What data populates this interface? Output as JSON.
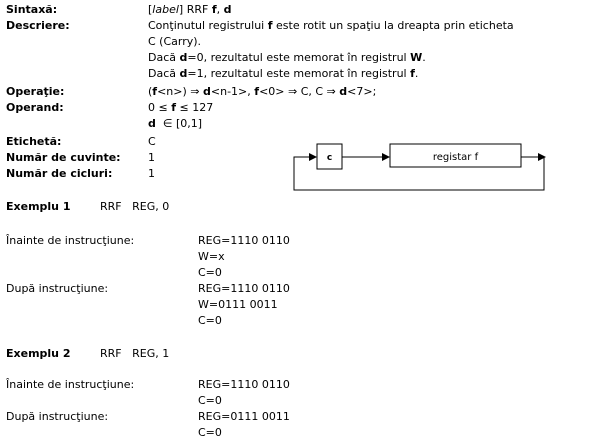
{
  "syntax": {
    "label": "Sintaxă:",
    "label_word": "label",
    "mnemonic": "RRF",
    "f": "f",
    "d": "d"
  },
  "description": {
    "label": "Descriere:",
    "line1_a": "Conţinutul registrului ",
    "line1_b": "f",
    "line1_c": " este rotit un spaţiu la dreapta prin eticheta",
    "line2": "C (Carry).",
    "line3_a": "Dacă ",
    "line3_b": "d",
    "line3_c": "=0, rezultatul este memorat în registrul ",
    "line3_d": "W",
    "line3_e": ".",
    "line4_a": "Dacă ",
    "line4_b": "d",
    "line4_c": "=1, rezultatul este memorat în registrul ",
    "line4_d": "f",
    "line4_e": "."
  },
  "operation": {
    "label": "Operaţie:",
    "p1": "(",
    "p2": "f",
    "p3": "<n>) ⇒ ",
    "p4": "d",
    "p5": "<n-1>, ",
    "p6": "f",
    "p7": "<0> ⇒ C, C ⇒ ",
    "p8": "d",
    "p9": "<7>;"
  },
  "operand": {
    "label": "Operand:",
    "line1_a": "0 ≤ ",
    "line1_b": "f",
    "line1_c": " ≤ 127",
    "line2_a": "d",
    "line2_b": "  ∈ [0,1]"
  },
  "flag": {
    "label": "Etichetă:",
    "value": "C"
  },
  "words": {
    "label": "Număr de cuvinte:",
    "value": "1"
  },
  "cycles": {
    "label": "Număr de cicluri:",
    "value": "1"
  },
  "diagram": {
    "carry": "c",
    "register": "registar f"
  },
  "example1": {
    "title": "Exemplu 1",
    "instr": "RRF   REG, 0",
    "before_label": "Înainte de instrucţiune:",
    "before": [
      "REG=1110 0110",
      "W=x",
      "C=0"
    ],
    "after_label": "După instrucţiune:",
    "after": [
      "REG=1110 0110",
      "W=0111 0011",
      "C=0"
    ]
  },
  "example2": {
    "title": "Exemplu 2",
    "instr": "RRF   REG, 1",
    "before_label": "Înainte de instrucţiune:",
    "before": [
      "REG=1110 0110",
      "C=0"
    ],
    "after_label": "După instrucţiune:",
    "after": [
      "REG=0111 0011",
      "C=0"
    ]
  }
}
